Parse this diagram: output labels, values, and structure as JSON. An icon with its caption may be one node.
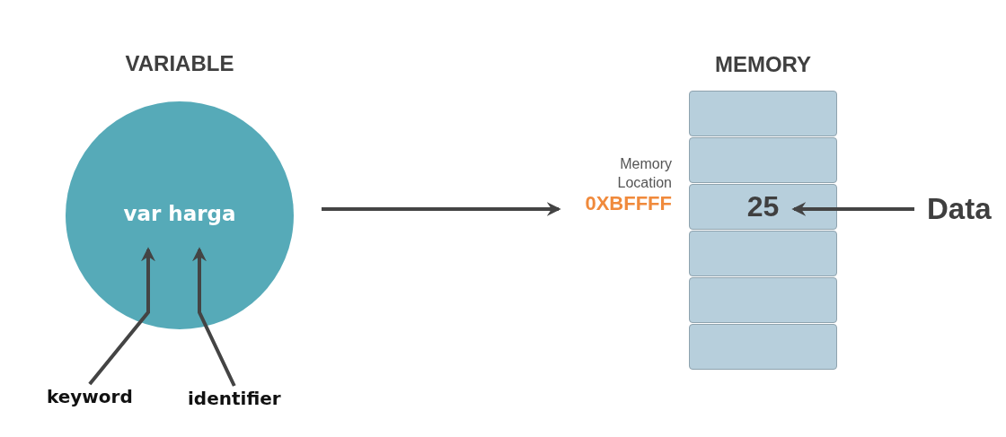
{
  "diagram": {
    "nodes": [
      {
        "text": [
          "VARIABLE",
          "var harga"
        ]
      },
      {
        "text": [
          "keyword"
        ]
      },
      {
        "text": [
          "identifier"
        ]
      },
      {
        "text": [
          "0XBFFFF"
        ],
        "beside": [
          "Memory Location"
        ]
      },
      {
        "text": [],
        "shape": "box"
      },
      {
        "text": [],
        "shape": "box"
      },
      {
        "text": [
          "25"
        ]
      },
      {
        "text": [],
        "shape": "box"
      },
      {
        "text": [],
        "shape": "box"
      },
      {
        "text": [],
        "shape": "box"
      },
      {
        "text": [
          "Data"
        ]
      }
    ],
    "edges": [
      {
        "from": 1,
        "to": 0,
        "arrow": "to"
      },
      {
        "from": 2,
        "to": 0,
        "arrow": "to"
      },
      {
        "from": 0,
        "to": 3,
        "arrow": "to"
      },
      {
        "from": 10,
        "to": 6,
        "arrow": "to"
      }
    ],
    "labels": [
      "MEMORY"
    ]
  }
}
